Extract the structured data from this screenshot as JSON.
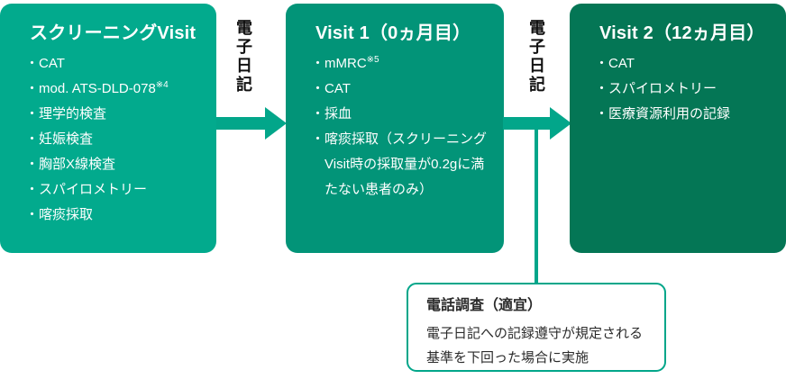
{
  "figure": {
    "bullet": "・",
    "boxes": [
      {
        "title": "スクリーニングVisit",
        "items": [
          {
            "text": "CAT"
          },
          {
            "text": "mod. ATS-DLD-078",
            "sup": "※4"
          },
          {
            "text": "理学的検査"
          },
          {
            "text": "妊娠検査"
          },
          {
            "text": "胸部X線検査"
          },
          {
            "text": "スパイロメトリー"
          },
          {
            "text": "喀痰採取"
          }
        ]
      },
      {
        "title": "Visit 1（0ヵ月目）",
        "items": [
          {
            "text": "mMRC",
            "sup": "※5"
          },
          {
            "text": "CAT"
          },
          {
            "text": "採血"
          },
          {
            "text": "喀痰採取（スクリーニングVisit時の採取量が0.2gに満たない患者のみ）"
          }
        ]
      },
      {
        "title": "Visit 2（12ヵ月目）",
        "items": [
          {
            "text": "CAT"
          },
          {
            "text": "スパイロメトリー"
          },
          {
            "text": "医療資源利用の記録"
          }
        ]
      }
    ],
    "connectors": [
      {
        "label": "電子日記"
      },
      {
        "label": "電子日記"
      }
    ],
    "note": {
      "title": "電話調査（適宜）",
      "lines": [
        "電子日記への記録遵守が規定される",
        "基準を下回った場合に実施"
      ]
    },
    "colors": {
      "box1": "#02aa8d",
      "box2": "#029478",
      "box3": "#047655",
      "accent": "#02a68a",
      "text_on_box": "#ffffff",
      "label_text": "#111111",
      "note_text": "#2b2b2b"
    }
  }
}
